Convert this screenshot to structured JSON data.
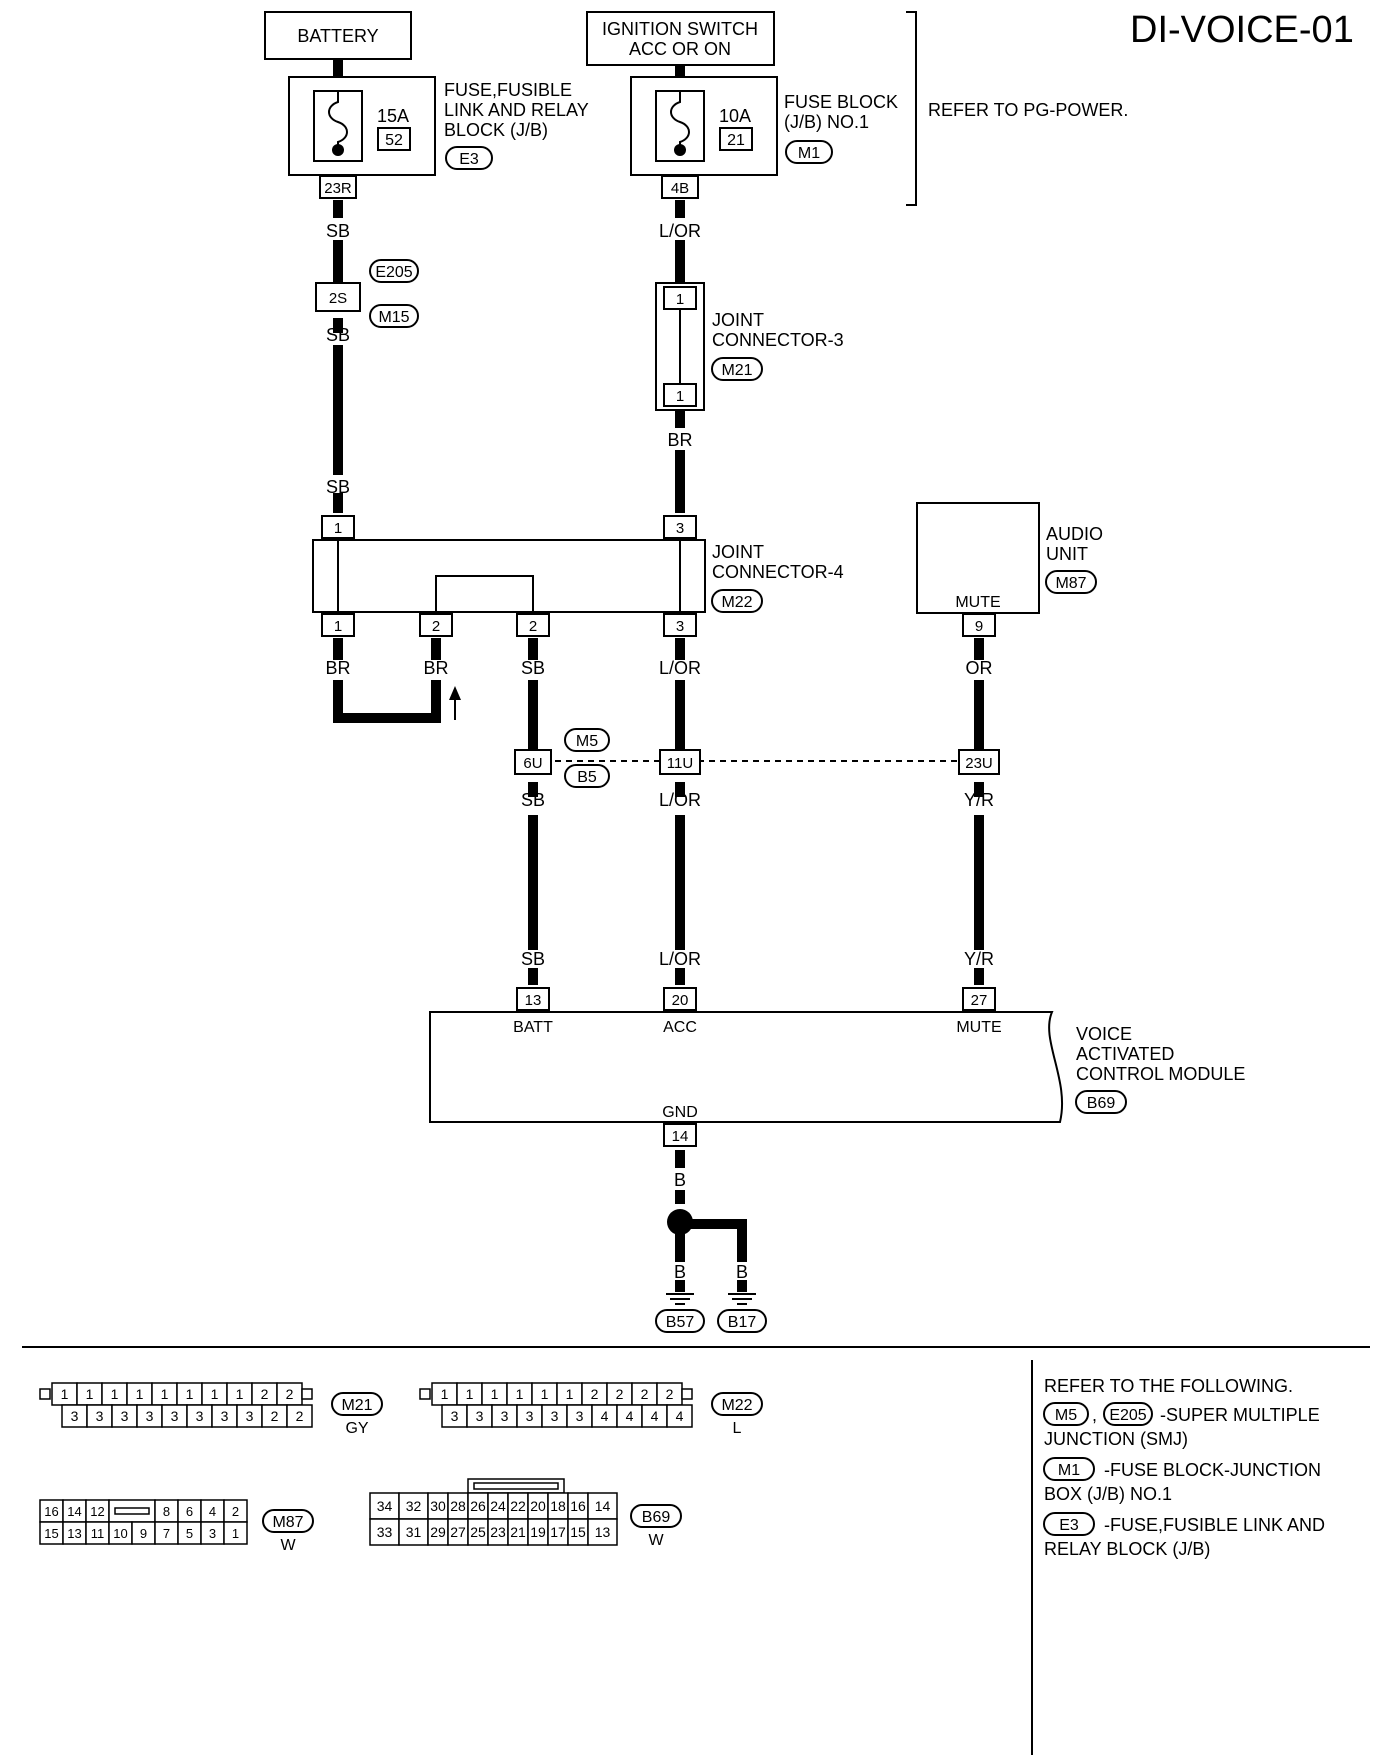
{
  "page_title": "DI-VOICE-01",
  "power_sources": {
    "battery": "BATTERY",
    "ignition_line1": "IGNITION SWITCH",
    "ignition_line2": "ACC OR ON",
    "refer_note": "REFER TO PG-POWER."
  },
  "fuse_left": {
    "rating": "15A",
    "number": "52",
    "name_line1": "FUSE,FUSIBLE",
    "name_line2": "LINK AND RELAY",
    "name_line3": "BLOCK (J/B)",
    "connector": "E3",
    "terminal": "23R"
  },
  "fuse_right": {
    "rating": "10A",
    "number": "21",
    "name_line1": "FUSE BLOCK",
    "name_line2": "(J/B) NO.1",
    "connector": "M1",
    "terminal": "4B"
  },
  "harness_connector_left": {
    "code_top": "E205",
    "code_bottom": "M15",
    "terminal": "2S"
  },
  "joint_connector_3": {
    "line1": "JOINT",
    "line2": "CONNECTOR-3",
    "connector": "M21",
    "pin_top": "1",
    "pin_bottom": "1"
  },
  "joint_connector_4": {
    "line1": "JOINT",
    "line2": "CONNECTOR-4",
    "connector": "M22",
    "pin_top_left": "1",
    "pin_top_right": "3",
    "pins_bottom": [
      "1",
      "2",
      "2",
      "3"
    ]
  },
  "audio_unit": {
    "line1": "AUDIO",
    "line2": "UNIT",
    "connector": "M87",
    "terminal_name": "MUTE",
    "pin": "9"
  },
  "smj_connector": {
    "code_top": "M5",
    "code_bottom": "B5",
    "pins": [
      "6U",
      "11U",
      "23U"
    ]
  },
  "wire_colors": {
    "sb": "SB",
    "lor": "L/OR",
    "br": "BR",
    "or": "OR",
    "yr": "Y/R",
    "b": "B"
  },
  "module": {
    "line1": "VOICE",
    "line2": "ACTIVATED",
    "line3": "CONTROL MODULE",
    "connector": "B69",
    "terminals": [
      {
        "pin": "13",
        "name": "BATT"
      },
      {
        "pin": "20",
        "name": "ACC"
      },
      {
        "pin": "27",
        "name": "MUTE"
      }
    ],
    "ground_pin": "14",
    "ground_name": "GND"
  },
  "grounds": [
    "B57",
    "B17"
  ],
  "connector_views": {
    "m21": {
      "code": "M21",
      "color": "GY",
      "top": [
        "1",
        "1",
        "1",
        "1",
        "1",
        "1",
        "1",
        "1",
        "2",
        "2"
      ],
      "bottom": [
        "3",
        "3",
        "3",
        "3",
        "3",
        "3",
        "3",
        "3",
        "2",
        "2"
      ]
    },
    "m22": {
      "code": "M22",
      "color": "L",
      "top": [
        "1",
        "1",
        "1",
        "1",
        "1",
        "1",
        "2",
        "2",
        "2",
        "2"
      ],
      "bottom": [
        "3",
        "3",
        "3",
        "3",
        "3",
        "3",
        "4",
        "4",
        "4",
        "4"
      ]
    },
    "m87": {
      "code": "M87",
      "color": "W",
      "top": [
        "16",
        "14",
        "12",
        "8",
        "6",
        "4",
        "2"
      ],
      "bottom": [
        "15",
        "13",
        "11",
        "10",
        "9",
        "7",
        "5",
        "3",
        "1"
      ]
    },
    "b69": {
      "code": "B69",
      "color": "W",
      "top": [
        "34",
        "32",
        "30",
        "28",
        "26",
        "24",
        "22",
        "20",
        "18",
        "16",
        "14"
      ],
      "bottom": [
        "33",
        "31",
        "29",
        "27",
        "25",
        "23",
        "21",
        "19",
        "17",
        "15",
        "13"
      ]
    }
  },
  "refer_box": {
    "heading": "REFER TO THE FOLLOWING.",
    "items": [
      {
        "codes": [
          "M5",
          "E205"
        ],
        "text_line1": "-SUPER MULTIPLE",
        "text_line2": "JUNCTION (SMJ)"
      },
      {
        "codes": [
          "M1"
        ],
        "text_line1": "-FUSE BLOCK-JUNCTION",
        "text_line2": "BOX (J/B) NO.1"
      },
      {
        "codes": [
          "E3"
        ],
        "text_line1": "-FUSE,FUSIBLE LINK AND",
        "text_line2": "RELAY BLOCK (J/B)"
      }
    ]
  }
}
